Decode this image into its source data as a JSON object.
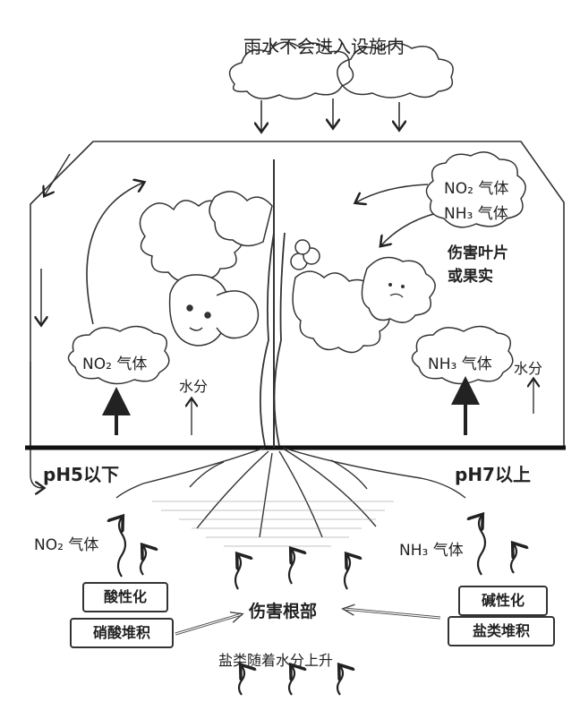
{
  "title": "雨水不会进入设施内",
  "cloud_top_right": {
    "line1": "NO₂ 气体",
    "line2": "NH₃ 气体"
  },
  "damage_leaves": {
    "line1": "伤害叶片",
    "line2": "或果实"
  },
  "cloud_left": "NO₂ 气体",
  "cloud_right": "NH₃ 气体",
  "water_left": "水分",
  "water_right": "水分",
  "ph_left": "pH5以下",
  "ph_right": "pH7以上",
  "gas_soil_left": "NO₂ 气体",
  "gas_soil_right": "NH₃ 气体",
  "box_acid": "酸性化",
  "box_nitrate": "硝酸堆积",
  "box_alkali": "碱性化",
  "box_salt": "盐类堆积",
  "damage_roots": "伤害根部",
  "salt_rise": "盐类随着水分上升"
}
